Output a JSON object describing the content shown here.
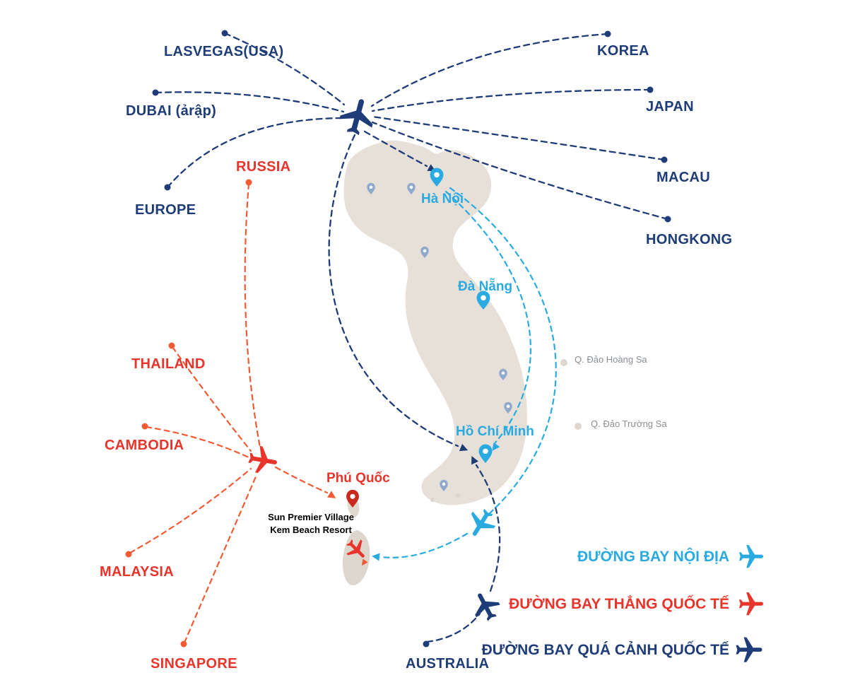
{
  "routes": {
    "transit_origins": [
      {
        "label": "LASVEGAS(USA)"
      },
      {
        "label": "KOREA"
      },
      {
        "label": "DUBAI (ảrập)"
      },
      {
        "label": "JAPAN"
      },
      {
        "label": "EUROPE"
      },
      {
        "label": "MACAU"
      },
      {
        "label": "HONGKONG"
      },
      {
        "label": "AUSTRALIA"
      }
    ],
    "direct_origins": [
      {
        "label": "RUSSIA"
      },
      {
        "label": "THAILAND"
      },
      {
        "label": "CAMBODIA"
      },
      {
        "label": "MALAYSIA"
      },
      {
        "label": "SINGAPORE"
      }
    ]
  },
  "cities": [
    {
      "label": "Hà Nội"
    },
    {
      "label": "Đà Nẵng"
    },
    {
      "label": "Hồ Chí Minh"
    },
    {
      "label": "Phú Quốc"
    }
  ],
  "islands": [
    {
      "label": "Q. Đảo Hoàng Sa"
    },
    {
      "label": "Q. Đảo Trường Sa"
    }
  ],
  "resort": {
    "line1": "Sun Premier Village",
    "line2": "Kem Beach Resort"
  },
  "legend": {
    "items": [
      {
        "label": "ĐƯỜNG BAY NỘI ĐỊA",
        "color": "#29abe2"
      },
      {
        "label": "ĐƯỜNG BAY THẲNG QUỐC TẾ",
        "color": "#e8342a"
      },
      {
        "label": "ĐƯỜNG BAY  QUÁ CẢNH QUỐC TẾ",
        "color": "#1e3c78"
      }
    ]
  },
  "colors": {
    "navy": "#1e3c78",
    "red_label": "#e8342a",
    "red_route": "#f15b33",
    "cyan": "#29abe2",
    "map_fill": "#e7e0d8",
    "island_label_gray": "#8a8f94",
    "small_pin": "#8fa9cc"
  }
}
